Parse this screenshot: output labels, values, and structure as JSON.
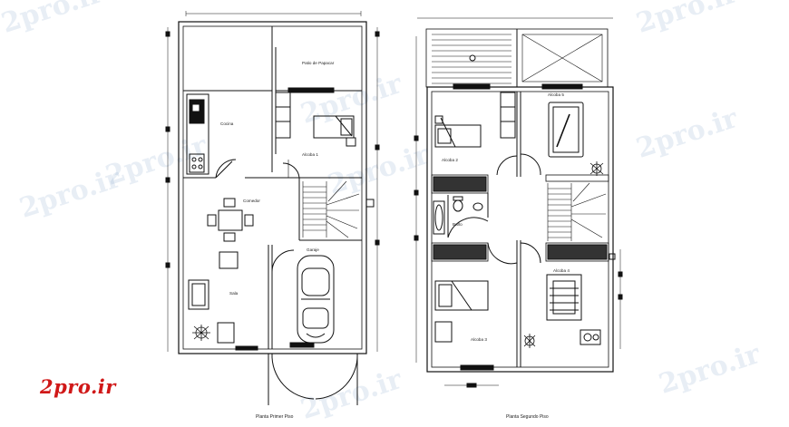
{
  "watermark": "2pro.ir",
  "logo": "2pro.ir",
  "plan_left": {
    "title": "Planta Primer Piso",
    "rooms": {
      "porch": "Patio de Papacar",
      "kitchen": "Cocina",
      "bedroom1": "Alcoba 1",
      "dining": "Comedor",
      "garage": "Garaje",
      "living": "Sala"
    }
  },
  "plan_right": {
    "title": "Planta Segundo Piso",
    "rooms": {
      "bedroom5": "Alcoba 5",
      "bedroom2": "Alcoba 2",
      "bath": "Baño",
      "bedroom4": "Alcoba 4",
      "bedroom3": "Alcoba 3"
    }
  },
  "colors": {
    "line": "#111111",
    "logo": "#d01818",
    "watermark": "#8fb0cf"
  }
}
